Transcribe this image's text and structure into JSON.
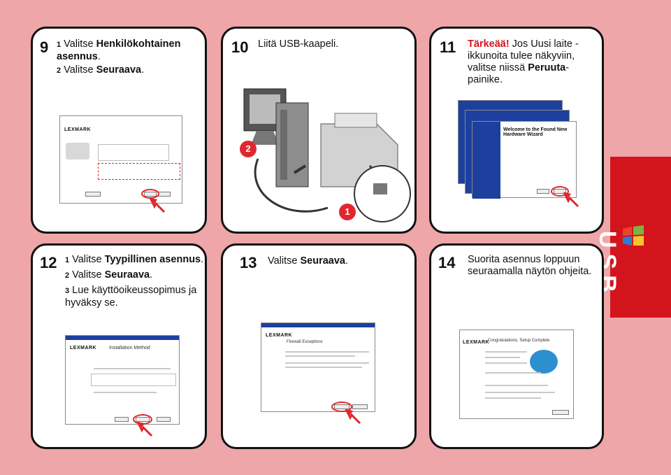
{
  "side_tab": {
    "label": "USB"
  },
  "steps": [
    {
      "num": "9",
      "lines": [
        {
          "sub": "1",
          "pre": "Valitse ",
          "bold": "Henkilökohtainen asennus",
          "post": "."
        },
        {
          "sub": "2",
          "pre": "Valitse ",
          "bold": "Seuraava",
          "post": "."
        }
      ],
      "screenshot_logo": "LEXMARK"
    },
    {
      "num": "10",
      "lines": [
        {
          "pre": "Liitä USB-kaapeli."
        }
      ],
      "callouts": [
        "2",
        "1"
      ]
    },
    {
      "num": "11",
      "lines": [
        {
          "warn": "Tärkeää!",
          "pre": " Jos Uusi laite -ikkunoita tulee näkyviin, valitse niissä ",
          "bold": "Peruuta",
          "post": "-painike."
        }
      ],
      "screenshot_title": "Welcome to the Found New Hardware Wizard"
    },
    {
      "num": "12",
      "lines": [
        {
          "sub": "1",
          "pre": "Valitse ",
          "bold": "Tyypillinen asennus",
          "post": "."
        },
        {
          "sub": "2",
          "pre": "Valitse ",
          "bold": "Seuraava",
          "post": "."
        },
        {
          "sub": "3",
          "pre": "Lue käyttöoikeussopimus ja hyväksy se."
        }
      ],
      "screenshot_logo": "LEXMARK",
      "screenshot_title": "Installation Method"
    },
    {
      "num": "13",
      "lines": [
        {
          "pre": "Valitse ",
          "bold": "Seuraava",
          "post": "."
        }
      ],
      "screenshot_logo": "LEXMARK",
      "screenshot_title": "Firewall Exceptions"
    },
    {
      "num": "14",
      "lines": [
        {
          "pre": "Suorita asennus loppuun seuraamalla näytön ohjeita."
        }
      ],
      "screenshot_logo": "LEXMARK",
      "screenshot_title": "Congratulations, Setup Complete"
    }
  ],
  "colors": {
    "background": "#eea6a9",
    "accent_red": "#d4141c",
    "window_bar": "#1d3f9e"
  }
}
